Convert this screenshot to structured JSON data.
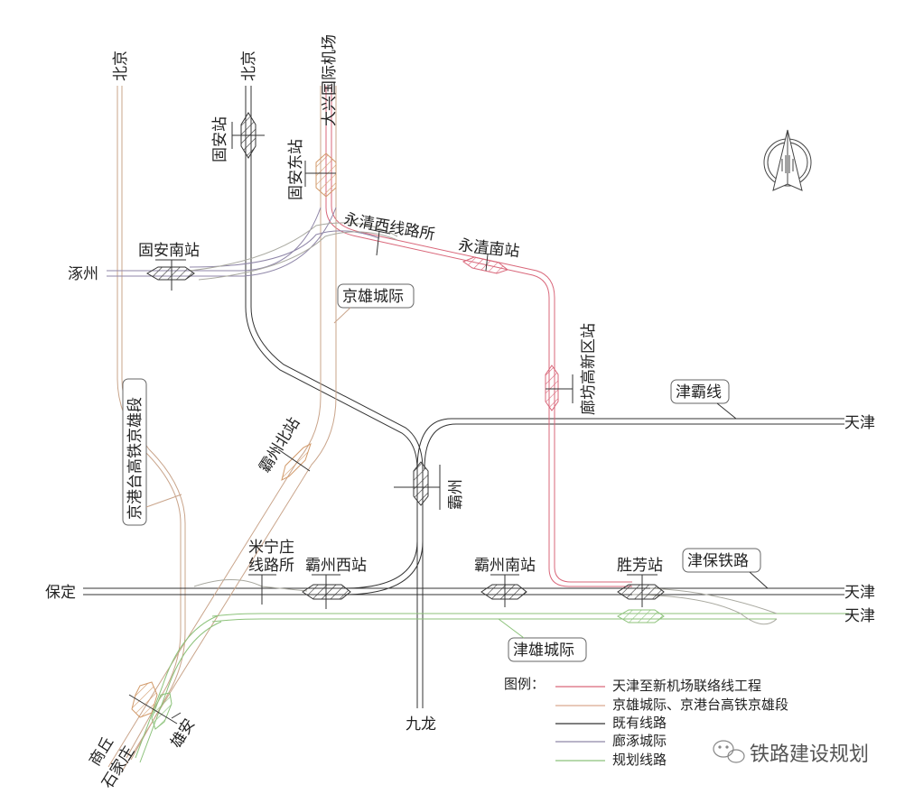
{
  "colors": {
    "airport_link": "#d9677a",
    "jingxiong": "#c9a48a",
    "existing": "#333333",
    "langzhuo": "#8f86a8",
    "planned": "#8cc27a",
    "station_hatch_existing": "#333333",
    "station_hatch_new": "#d9a070",
    "station_hatch_red": "#d9677a",
    "station_hatch_green": "#8cc27a"
  },
  "terminals": {
    "beijing_left": "北京",
    "beijing_mid": "北京",
    "daxing_airport": "大兴国际机场",
    "zhuozhou": "涿州",
    "baoding": "保定",
    "tianjin_top": "天津",
    "tianjin_mid": "天津",
    "tianjin_low": "天津",
    "jiulong": "九龙",
    "shangqiu": "商丘",
    "shijiazhuang": "石家庄",
    "xiongan": "雄安"
  },
  "stations": {
    "guan": "固安站",
    "guan_east": "固安东站",
    "guan_south": "固安南站",
    "yongqing_west_junction": "永清西线路所",
    "yongqing_south": "永清南站",
    "langfang_new_area": "廊坊高新区站",
    "bazhou_north": "霸州北站",
    "bazhou": "霸州",
    "mininzhuang_junction_1": "米宁庄",
    "mininzhuang_junction_2": "线路所",
    "bazhou_west": "霸州西站",
    "bazhou_south": "霸州南站",
    "shengfang": "胜芳站"
  },
  "callouts": {
    "jingxiong_intercity": "京雄城际",
    "jinba_line": "津霸线",
    "jingganggao_section": "京港台高铁京雄段",
    "jinbao_railway": "津保铁路",
    "jinxiong_intercity": "津雄城际"
  },
  "legend": {
    "title": "图例：",
    "items": [
      {
        "label": "天津至新机场联络线工程",
        "color": "#d9677a"
      },
      {
        "label": "京雄城际、京港台高铁京雄段",
        "color": "#d9a98f"
      },
      {
        "label": "既有线路",
        "color": "#333333"
      },
      {
        "label": "廊涿城际",
        "color": "#8f86a8"
      },
      {
        "label": "规划线路",
        "color": "#8cc27a"
      }
    ]
  },
  "compass": {
    "icon": "north-arrow-icon"
  },
  "watermark": {
    "icon": "wechat-icon",
    "text": "铁路建设规划"
  }
}
